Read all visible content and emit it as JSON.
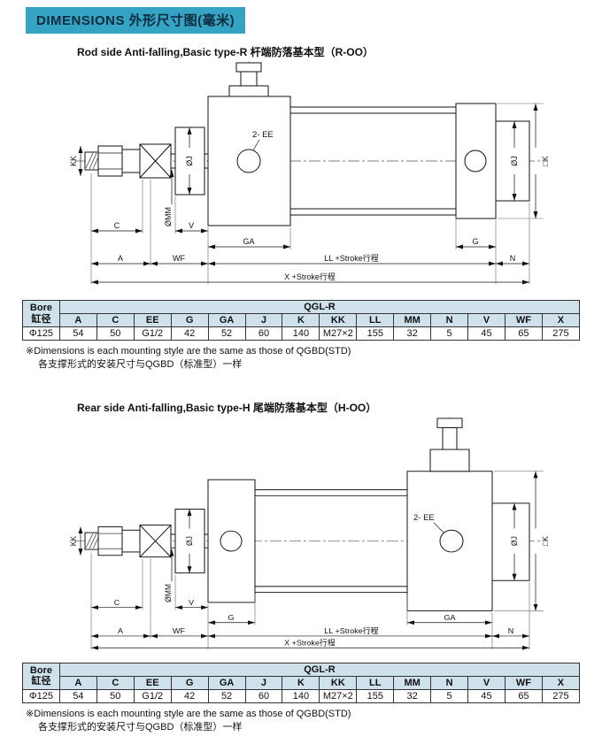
{
  "page": {
    "header": "DIMENSIONS 外形尺寸图(毫米)"
  },
  "colors": {
    "header_bg": "#35a3c4",
    "table_header_bg": "#cfe1eb",
    "line": "#111111"
  },
  "sections": [
    {
      "title": "Rod side Anti-falling,Basic type-R 杆端防落基本型（R-OO）"
    },
    {
      "title": "Rear side Anti-falling,Basic type-H 尾端防落基本型（H-OO）"
    }
  ],
  "drawing_labels": {
    "kk": "KK",
    "mm": "ØMM",
    "oj": "ØJ",
    "ee": "2- EE",
    "k": "□K",
    "c": "C",
    "v": "V",
    "ga": "GA",
    "g": "G",
    "a": "A",
    "wf": "WF",
    "ll": "LL +Stroke行程",
    "n": "N",
    "x": "X +Stroke行程"
  },
  "table": {
    "group": "QGL-R",
    "bore_en": "Bore",
    "bore_cn": "缸径",
    "columns": [
      "A",
      "C",
      "EE",
      "G",
      "GA",
      "J",
      "K",
      "KK",
      "LL",
      "MM",
      "N",
      "V",
      "WF",
      "X"
    ],
    "row": {
      "bore": "Φ125",
      "values": [
        "54",
        "50",
        "G1/2",
        "42",
        "52",
        "60",
        "140",
        "M27×2",
        "155",
        "32",
        "5",
        "45",
        "65",
        "275"
      ]
    }
  },
  "notes": {
    "en": "※Dimensions is each mounting style are the same as those of QGBD(STD)",
    "cn": "各支撑形式的安装尺寸与QGBD（标准型）一样"
  }
}
